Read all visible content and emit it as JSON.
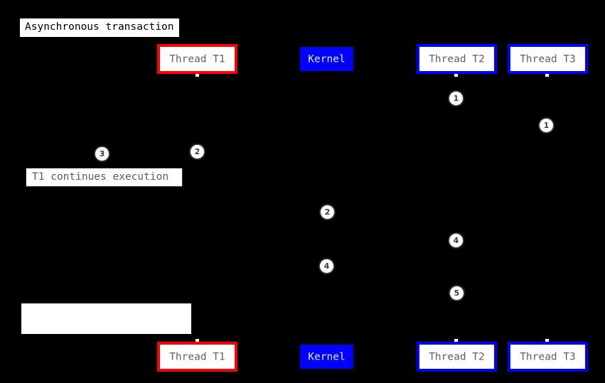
{
  "diagram": {
    "title": "Asynchronous transaction",
    "background_color": "#000000",
    "accent_colors": {
      "thread_t1_border": "#ff0000",
      "kernel_fill": "#0000ff",
      "thread_t2_border": "#0000ff",
      "thread_t3_border": "#0000ff",
      "box_fill": "#ffffff",
      "badge_fill": "#ffffff"
    }
  },
  "participants_top": [
    {
      "label": "Thread T1",
      "style": "red-outline"
    },
    {
      "label": "Kernel",
      "style": "blue-fill"
    },
    {
      "label": "Thread T2",
      "style": "blue-outline"
    },
    {
      "label": "Thread T3",
      "style": "blue-outline"
    }
  ],
  "participants_bottom": [
    {
      "label": "Thread T1",
      "style": "red-outline"
    },
    {
      "label": "Kernel",
      "style": "blue-fill"
    },
    {
      "label": "Thread T2",
      "style": "blue-outline"
    },
    {
      "label": "Thread T3",
      "style": "blue-outline"
    }
  ],
  "notes": [
    {
      "text": "T1 continues execution",
      "lane": "Thread T1"
    },
    {
      "text": "",
      "lane": "Thread T1"
    }
  ],
  "steps": [
    {
      "number": "1",
      "lane": "Thread T2"
    },
    {
      "number": "1",
      "lane": "Thread T3"
    },
    {
      "number": "3",
      "lane": "Thread T1"
    },
    {
      "number": "2",
      "lane": "Thread T1"
    },
    {
      "number": "2",
      "lane": "Kernel"
    },
    {
      "number": "4",
      "lane": "Thread T2"
    },
    {
      "number": "4",
      "lane": "Kernel"
    },
    {
      "number": "5",
      "lane": "Thread T2"
    }
  ]
}
